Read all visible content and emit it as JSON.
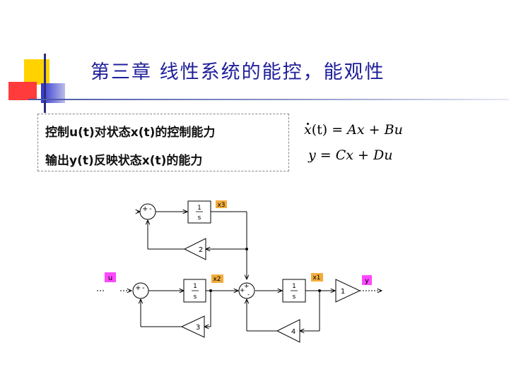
{
  "title": "第三章  线性系统的能控，能观性",
  "description": {
    "line1": "控制u(t)对状态x(t)的控制能力",
    "line2": "输出y(t)反映状态x(t)的能力"
  },
  "equations": {
    "state_lhs": "x",
    "state_arg": "(t)",
    "state_eq": " = Ax + Bu",
    "output": "y = Cx + Du"
  },
  "diagram": {
    "input_label": "u",
    "output_label": "y",
    "state_labels": [
      "x3",
      "x2",
      "x1"
    ],
    "integrator_num": "1",
    "integrator_den": "s",
    "gain_labels": [
      "2",
      "3",
      "4",
      "1"
    ],
    "sum_signs": {
      "top": [
        "+",
        "-"
      ],
      "left": [
        "+",
        "-"
      ],
      "mid": [
        "+",
        "+",
        "-"
      ]
    },
    "colors": {
      "label_fill": "#f2ac3c",
      "port_fill": "#ff48ff",
      "line": "#000000"
    }
  },
  "decor_colors": {
    "yellow": "#ffd200",
    "red": "#ff3333",
    "blue": "#3b3fd6",
    "lavender": "#b9bde8"
  }
}
